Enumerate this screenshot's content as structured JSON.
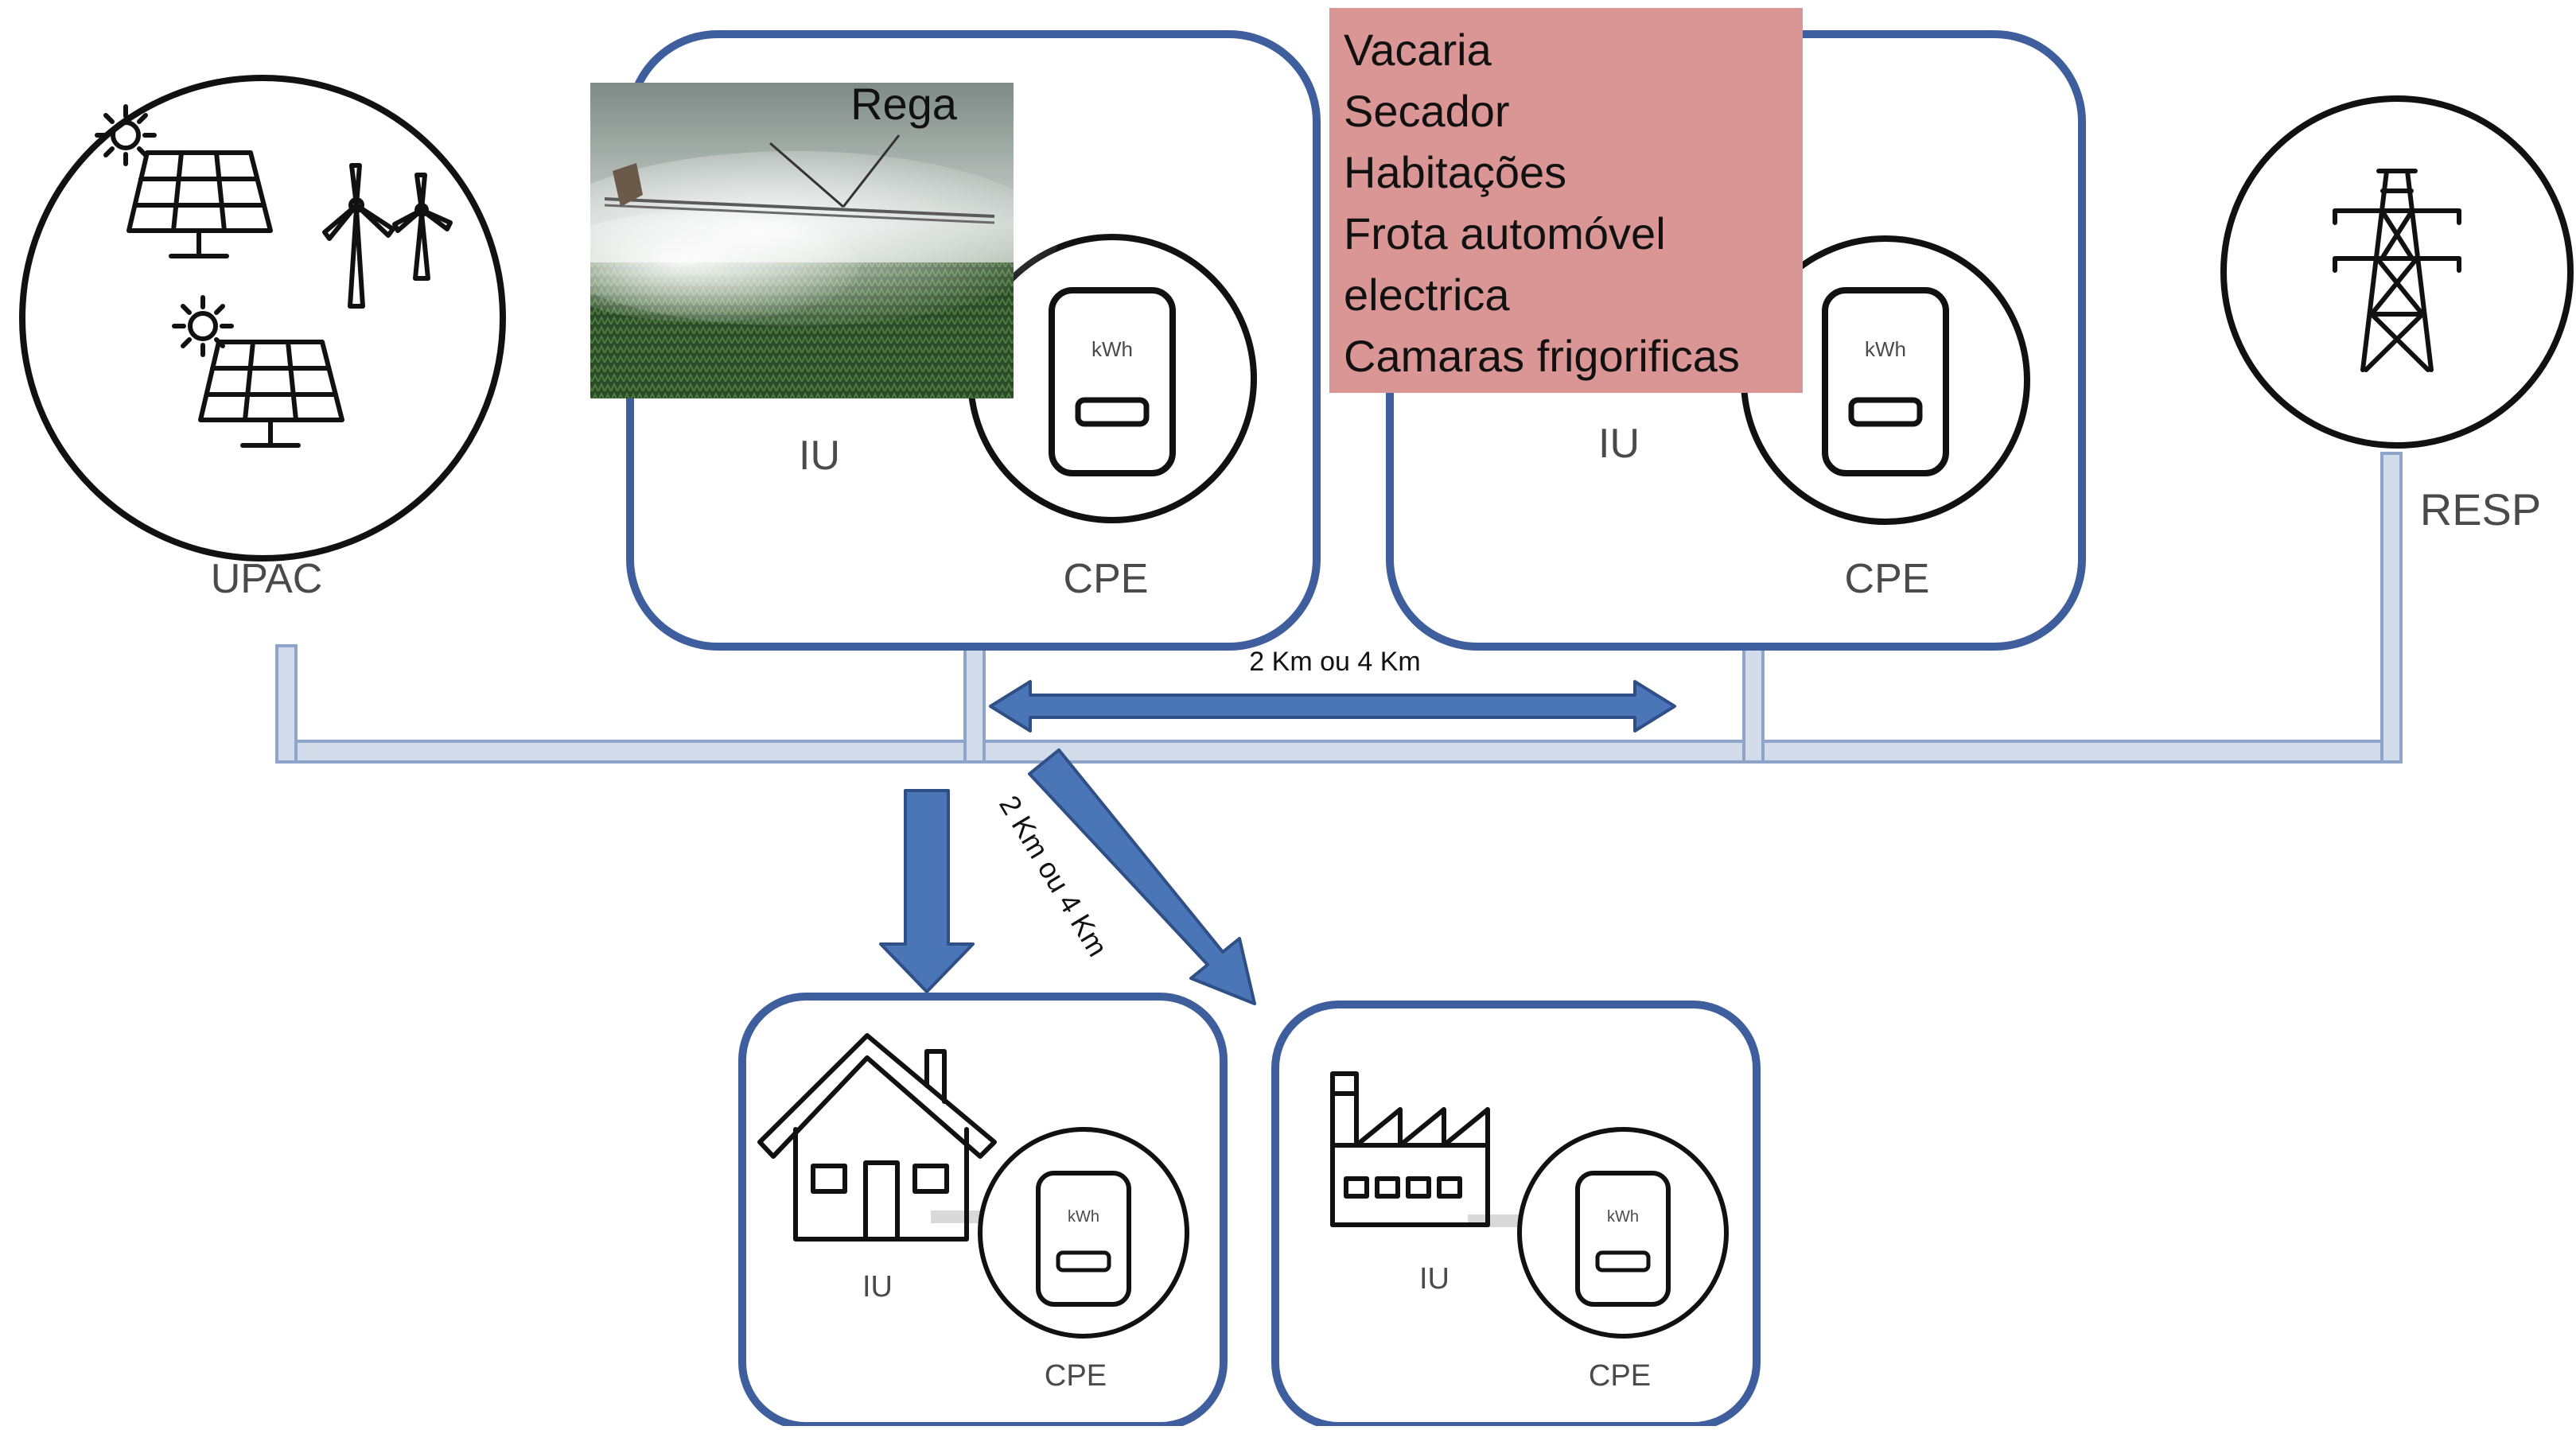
{
  "upac_label": "UPAC",
  "resp_label": "RESP",
  "top_units": [
    {
      "iu_label": "IU",
      "cpe_label": "CPE",
      "meter_unit": "kWh"
    },
    {
      "iu_label": "IU",
      "cpe_label": "CPE",
      "meter_unit": "kWh"
    }
  ],
  "bottom_units": [
    {
      "iu_label": "IU",
      "cpe_label": "CPE",
      "meter_unit": "kWh"
    },
    {
      "iu_label": "IU",
      "cpe_label": "CPE",
      "meter_unit": "kWh"
    }
  ],
  "photo_label": "Rega",
  "loads": [
    "Vacaria",
    "Secador",
    "Habitações",
    "Frota automóvel",
    "electrica",
    "Camaras frigorificas"
  ],
  "distance_horizontal": "2 Km ou 4 Km",
  "distance_diagonal": "2 Km ou 4 Km",
  "colors": {
    "box_stroke": "#3f5e9d",
    "arrow_fill": "#4a76b8",
    "bus_fill": "#d2dbe9",
    "loads_box": "#da9694"
  },
  "icons": [
    "solar-panel-icon",
    "sun-icon",
    "wind-turbine-icon",
    "transmission-tower-icon",
    "kwh-meter-icon",
    "house-icon",
    "factory-icon"
  ]
}
